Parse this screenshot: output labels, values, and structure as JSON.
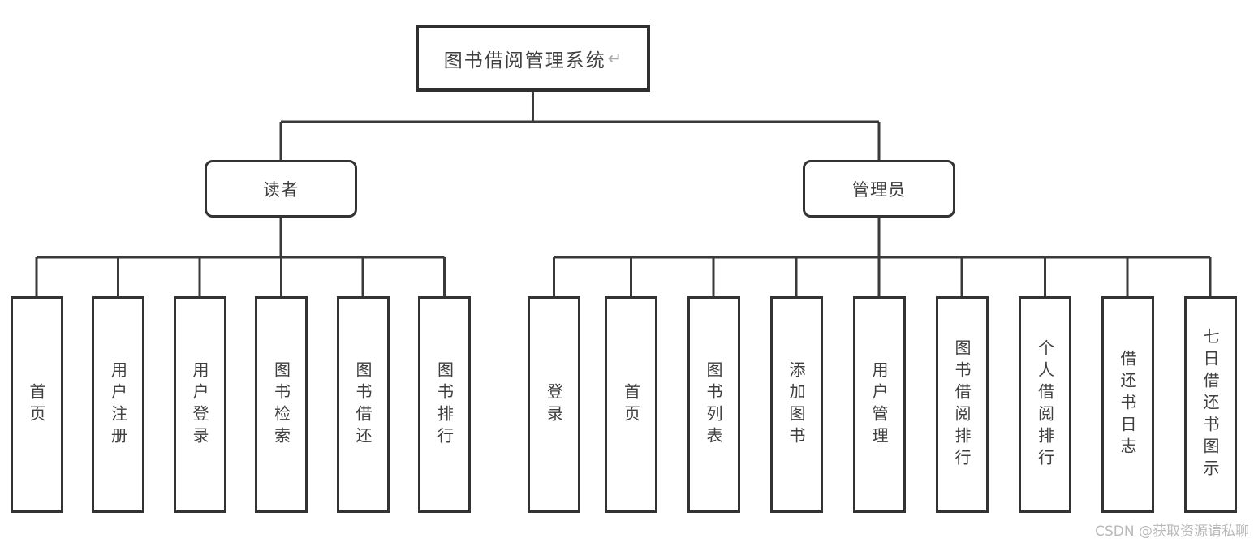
{
  "colors": {
    "background": "#ffffff",
    "line": "#3a3a3a",
    "box_border": "#333333",
    "text": "#3f3f3f",
    "return_mark": "#a9a9a9",
    "watermark": "#b9b9b9"
  },
  "diagram": {
    "type": "tree",
    "root": {
      "label": "图书借阅管理系统",
      "return_mark": "↵"
    },
    "branches": [
      {
        "label": "读者",
        "children": [
          "首页",
          "用户注册",
          "用户登录",
          "图书检索",
          "图书借还",
          "图书排行"
        ]
      },
      {
        "label": "管理员",
        "children": [
          "登录",
          "首页",
          "图书列表",
          "添加图书",
          "用户管理",
          "图书借阅排行",
          "个人借阅排行",
          "借还书日志",
          "七日借还书图示"
        ]
      }
    ]
  },
  "watermark": {
    "text": "CSDN @获取资源请私聊"
  }
}
